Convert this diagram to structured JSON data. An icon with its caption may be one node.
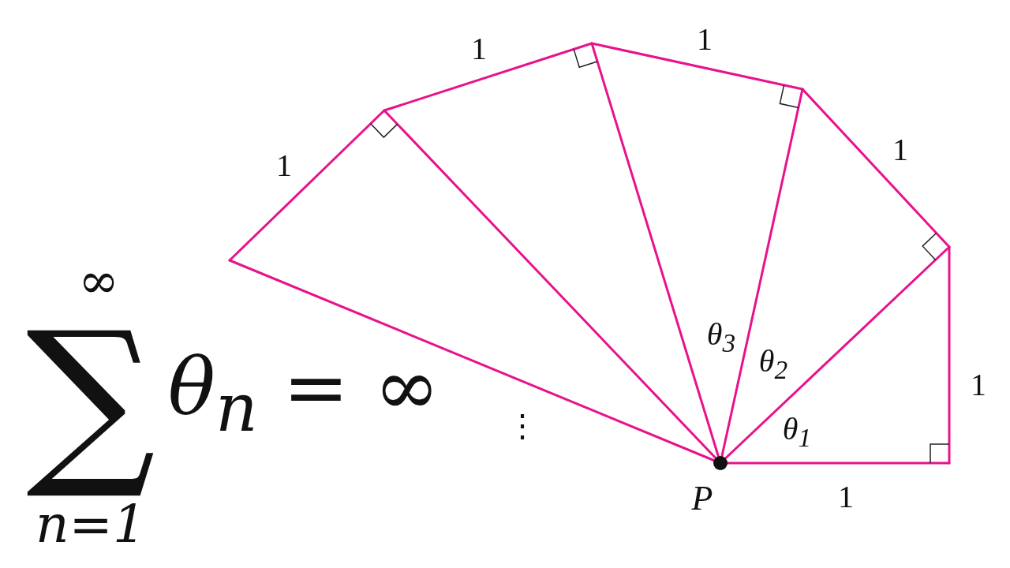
{
  "diagram": {
    "labels": [
      "1",
      "1",
      "1",
      "1",
      "∞",
      "∑",
      "θ$_{n}$ = ∞",
      "θ$_{3}$",
      "θ$_{2}$",
      "1",
      "θ$_{1}$",
      "⋮",
      "P",
      "1",
      "n=1"
    ]
  }
}
